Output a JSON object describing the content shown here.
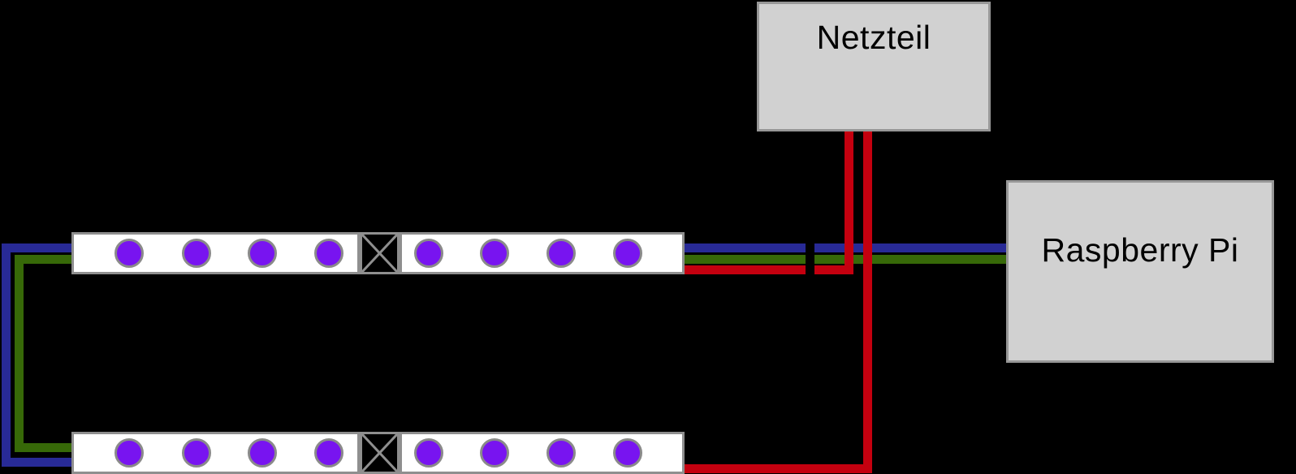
{
  "diagram": {
    "title": "LED strip wiring diagram",
    "boxes": {
      "netzteil": {
        "label": "Netzteil"
      },
      "raspberry_pi": {
        "label": "Raspberry Pi"
      }
    },
    "strips": {
      "count": 2,
      "segments_per_strip": 2,
      "leds_per_segment": 4,
      "leds_per_strip": 8,
      "connector_symbol": "x-crossed-square"
    },
    "wires": [
      {
        "name": "blue-data-wire",
        "color_key": "wire_blue",
        "route": "raspberry-pi to top strip right edge, wraps around left side down to bottom strip"
      },
      {
        "name": "green-data-wire",
        "color_key": "wire_green",
        "route": "raspberry-pi to top strip right edge, wraps around left side down to bottom strip"
      },
      {
        "name": "red-power-wire-1",
        "color_key": "wire_red",
        "route": "netzteil down to top strip right edge"
      },
      {
        "name": "red-power-wire-2",
        "color_key": "wire_red",
        "route": "netzteil down to bottom strip right edge"
      }
    ]
  },
  "colors": {
    "background": "#000000",
    "box_fill": "#d1d1d1",
    "box_border": "#979797",
    "label_text": "#000000",
    "strip_fill": "#ffffff",
    "strip_border": "#8f8f8f",
    "led_fill": "#7814f0",
    "led_border": "#8a8a8a",
    "wire_blue": "#282a96",
    "wire_green": "#376908",
    "wire_red": "#c4000f"
  }
}
